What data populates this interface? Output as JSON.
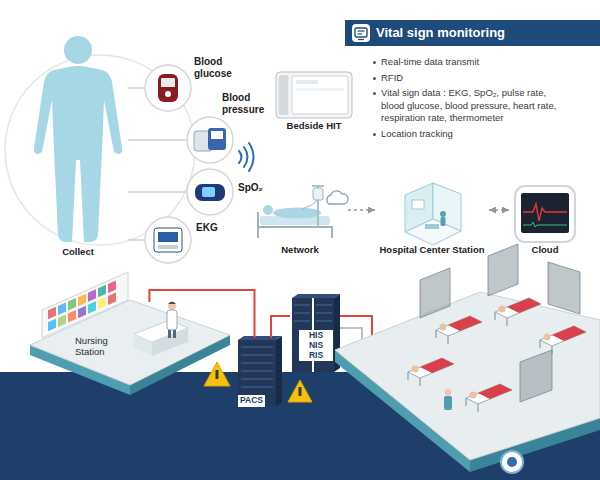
{
  "diagram": {
    "title": "Vital sign monitoring",
    "nodes": [
      {
        "text": [
          "Collect"
        ]
      },
      {
        "text": [
          "Blood glucose"
        ]
      },
      {
        "text": [
          "Blood pressure"
        ]
      },
      {
        "text": [
          "SpO₂"
        ]
      },
      {
        "text": [
          "EKG"
        ]
      },
      {
        "text": [
          "Bedside HIT"
        ]
      },
      {
        "text": [
          "Network"
        ]
      },
      {
        "text": [
          "Hospital Center Station"
        ]
      },
      {
        "text": [
          "Cloud"
        ]
      },
      {
        "text": [
          "Nursing Station"
        ]
      },
      {
        "text": [
          "PACS"
        ]
      },
      {
        "text": [
          "HIS NIS RIS"
        ]
      }
    ],
    "edges": [
      {
        "from": 0,
        "to": 1,
        "arrow": "none"
      },
      {
        "from": 0,
        "to": 2,
        "arrow": "none"
      },
      {
        "from": 0,
        "to": 3,
        "arrow": "none"
      },
      {
        "from": 0,
        "to": 4,
        "arrow": "none"
      },
      {
        "from": 6,
        "to": 7,
        "arrow": "to"
      },
      {
        "from": 7,
        "to": 8,
        "arrow": "both"
      },
      {
        "from": 9,
        "to": 10,
        "arrow": "none"
      },
      {
        "from": 10,
        "to": 11,
        "arrow": "none"
      }
    ],
    "labels": [
      "Real-time data transmit",
      "RFID",
      "Vital sign data : EKG, SpO₂, pulse rate, blood glucose, blood pressure, heart rate, respiration rate, thermometer",
      "Location tracking"
    ]
  }
}
